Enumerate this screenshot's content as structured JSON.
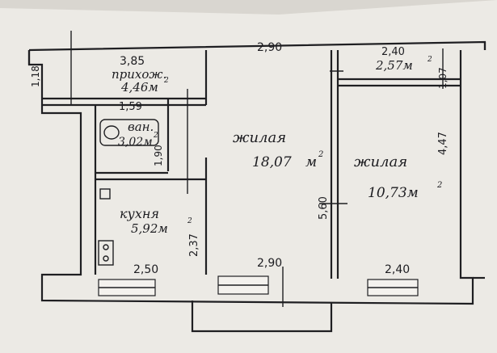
{
  "plan": {
    "background": "#d9d6d0",
    "paper": "#eceae5",
    "ink": "#1f1f22",
    "rooms": {
      "hall": {
        "name": "прихож.",
        "width": "3,85",
        "area": "4,46м",
        "side": "1,18"
      },
      "bath": {
        "name": "ван.",
        "width": "1,59",
        "area": "3,02м",
        "side": "1,90"
      },
      "kitchen": {
        "name": "кухня",
        "width": "2,50",
        "area": "5,92м",
        "side": "2,37"
      },
      "living1": {
        "name": "жилая",
        "top_width": "2,90",
        "bottom_width": "2,90",
        "area": "18,07",
        "unit": "м",
        "side": "5,60"
      },
      "living2": {
        "name": "жилая",
        "width": "2,40",
        "area": "10,73м",
        "side": "4,47"
      },
      "storage": {
        "width": "2,40",
        "area": "2,57м",
        "side": "1,07"
      },
      "bottom_right": {
        "width": "2,40"
      }
    },
    "superscript": "2"
  }
}
